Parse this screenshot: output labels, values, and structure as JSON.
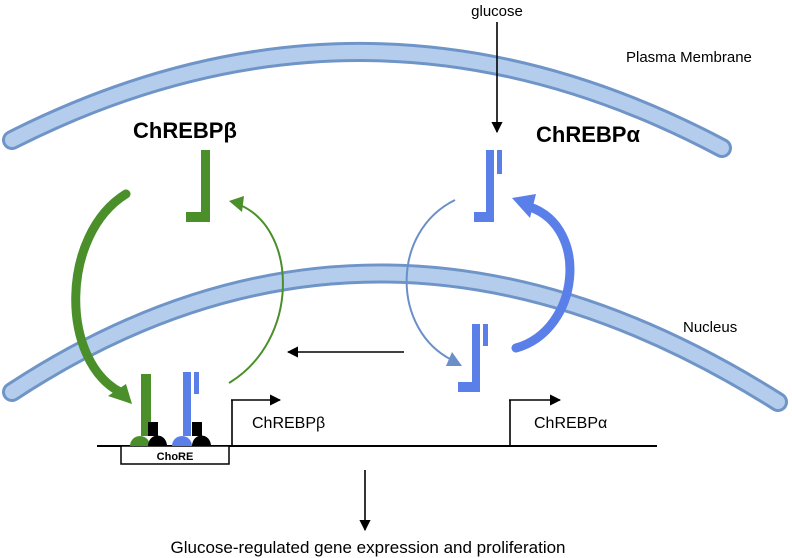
{
  "labels": {
    "glucose": "glucose",
    "plasma_membrane": "Plasma Membrane",
    "nucleus": "Nucleus",
    "chrebp_beta_title": "ChREBPβ",
    "chrebp_alpha_title": "ChREBPα",
    "gene_beta": "ChREBPβ",
    "gene_alpha": "ChREBPα",
    "chore": "ChoRE",
    "output": "Glucose-regulated gene expression and proliferation"
  },
  "colors": {
    "membrane": "#9fbde3",
    "membrane_edge": "#6f95c8",
    "green": "#4a8f2a",
    "blue": "#5b7fe8",
    "blue_light": "#6b8fc8",
    "black": "#000000"
  }
}
